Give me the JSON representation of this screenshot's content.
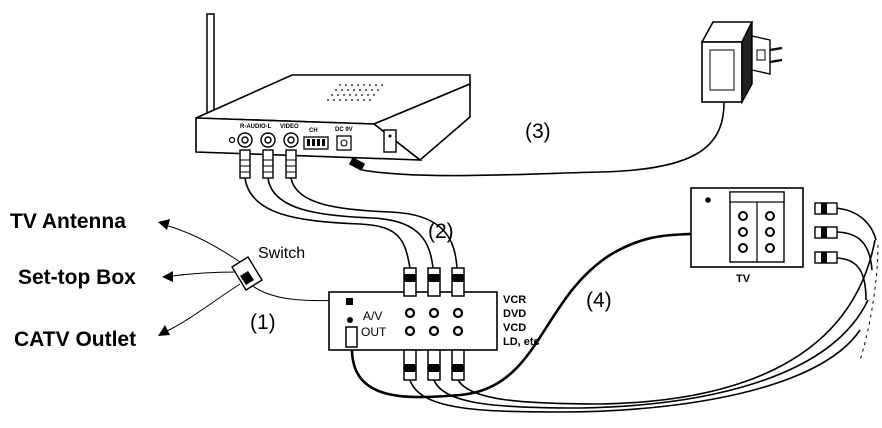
{
  "labels": {
    "tv_antenna": "TV Antenna",
    "set_top_box": "Set-top Box",
    "catv_outlet": "CATV Outlet",
    "switch": "Switch",
    "step_1": "(1)",
    "step_2": "(2)",
    "step_3": "(3)",
    "step_4": "(4)",
    "av": "A/V",
    "out": "OUT",
    "vcr": "VCR",
    "dvd": "DVD",
    "vcd": "VCD",
    "ld_etc": "LD, etc",
    "tv": "TV"
  },
  "receiver_panel": {
    "audio": "R-AUDIO-L",
    "video": "VIDEO",
    "ch": "CH",
    "dc": "DC 9V"
  }
}
